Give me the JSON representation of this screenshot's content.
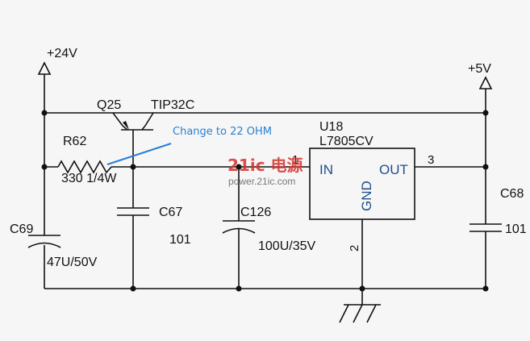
{
  "supplies": {
    "vplus24": "+24V",
    "vplus5": "+5V"
  },
  "transistor": {
    "ref": "Q25",
    "part": "TIP32C"
  },
  "resistor": {
    "ref": "R62",
    "value": "330 1/4W"
  },
  "annotation": {
    "text": "Change to 22 OHM",
    "color": "#2a7fd4"
  },
  "regulator": {
    "ref": "U18",
    "part": "L7805CV",
    "pin_in_label": "IN",
    "pin_out_label": "OUT",
    "pin_gnd_label": "GND",
    "pin_in_num": "1",
    "pin_out_num": "3",
    "pin_gnd_num": "2"
  },
  "capacitors": {
    "c69": {
      "ref": "C69",
      "value": "47U/50V"
    },
    "c67": {
      "ref": "C67",
      "value": "101"
    },
    "c126": {
      "ref": "C126",
      "value": "100U/35V"
    },
    "c68": {
      "ref": "C68",
      "value": "101"
    }
  },
  "watermark": {
    "logo": "21ic 电源",
    "site": "power.21ic.com"
  }
}
